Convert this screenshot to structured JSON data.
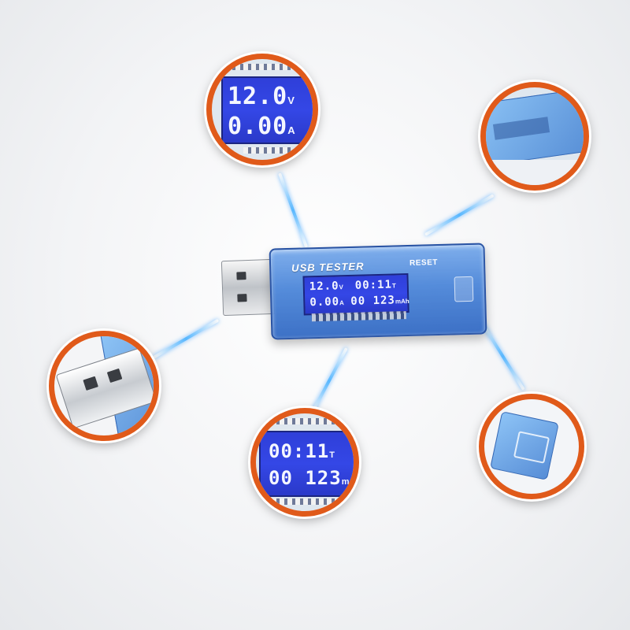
{
  "device": {
    "title": "USB TESTER",
    "reset_label": "RESET"
  },
  "lcd_main": {
    "voltage": "12.0",
    "voltage_unit": "V",
    "time": "00:11",
    "time_unit": "T",
    "current": "0.00",
    "current_unit": "A",
    "capacity": "00 123",
    "capacity_unit": "mAh"
  },
  "callout_voltage": {
    "voltage": "12.0",
    "voltage_unit": "V",
    "current": "0.00",
    "current_unit": "A"
  },
  "callout_time": {
    "time": "00:11",
    "time_unit": "T",
    "capacity": "00 123",
    "capacity_unit": "mAh"
  },
  "colors": {
    "callout_ring": "#e05a1a",
    "lcd_background": "#3447e6",
    "device_body": "#4f86d6",
    "connector_glow": "#50b4ff"
  }
}
